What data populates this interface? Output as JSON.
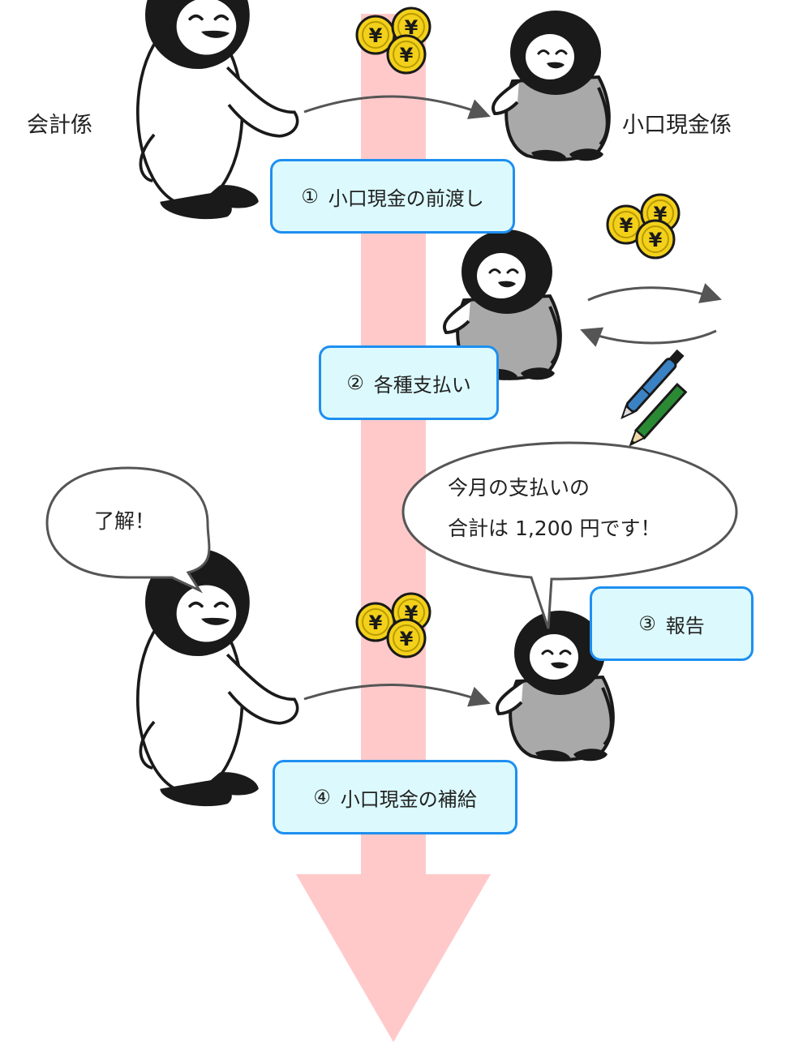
{
  "roles": {
    "accountant": "会計係",
    "petty_cashier": "小口現金係"
  },
  "steps": [
    {
      "number": "①",
      "label": "小口現金の前渡し"
    },
    {
      "number": "②",
      "label": "各種支払い"
    },
    {
      "number": "③",
      "label": "報告"
    },
    {
      "number": "④",
      "label": "小口現金の補給"
    }
  ],
  "speech": {
    "accountant_reply": "了解！",
    "cashier_report_line1": "今月の支払いの",
    "cashier_report_line2": "合計は 1,200 円です！"
  },
  "icons": {
    "coin_symbol": "¥",
    "coin_icon": "yen-coins-icon",
    "stationery_icon": "pen-pencil-icon",
    "penguin_adult": "adult-penguin-icon",
    "penguin_chick": "chick-penguin-icon"
  },
  "colors": {
    "flow_arrow": "#ffc9ca",
    "step_border": "#1e8ff0",
    "step_fill": "#dcfafd",
    "coin": "#f3d11b",
    "chick_body": "#a9a9a9",
    "pen_blue": "#3b82c4",
    "pencil_green": "#2a8a34"
  }
}
